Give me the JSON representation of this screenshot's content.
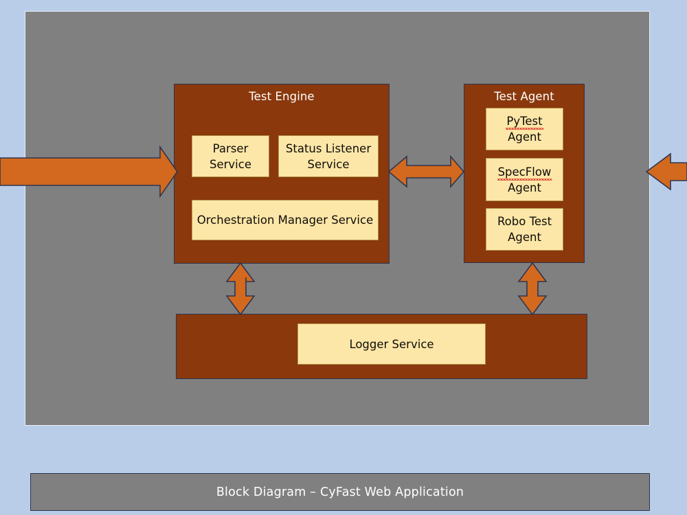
{
  "diagram": {
    "background_color": "#b9cde9",
    "panel_color": "#808080",
    "box_color": "#8a380c",
    "service_color": "#fce7a8",
    "arrow_color": "#d2691e",
    "title": "Block Diagram – CyFast Web Application",
    "groups": [
      {
        "id": "test-engine",
        "title": "Test Engine",
        "services": [
          {
            "id": "parser-service",
            "lines": [
              "Parser",
              "Service"
            ],
            "misspelled": false
          },
          {
            "id": "status-listener-service",
            "lines": [
              "Status Listener",
              "Service"
            ],
            "misspelled": false
          },
          {
            "id": "orchestration-manager-service",
            "lines": [
              "Orchestration Manager Service"
            ],
            "misspelled": false
          }
        ]
      },
      {
        "id": "test-agent",
        "title": "Test Agent",
        "services": [
          {
            "id": "pytest-agent",
            "lines": [
              "PyTest",
              "Agent"
            ],
            "misspelled": true
          },
          {
            "id": "specflow-agent",
            "lines": [
              "SpecFlow",
              "Agent"
            ],
            "misspelled": true
          },
          {
            "id": "robo-test-agent",
            "lines": [
              "Robo Test",
              "Agent"
            ],
            "misspelled": false
          }
        ]
      },
      {
        "id": "logger-panel",
        "title": "",
        "services": [
          {
            "id": "logger-service",
            "lines": [
              "Logger Service"
            ],
            "misspelled": false
          }
        ]
      }
    ],
    "connectors": [
      {
        "name": "inbound-request-arrow",
        "direction": "right",
        "orientation": "horizontal"
      },
      {
        "name": "engine-agent-arrow",
        "direction": "both",
        "orientation": "horizontal"
      },
      {
        "name": "inbound-agent-arrow",
        "direction": "left",
        "orientation": "horizontal"
      },
      {
        "name": "engine-logger-arrow",
        "direction": "both",
        "orientation": "vertical"
      },
      {
        "name": "agent-logger-arrow",
        "direction": "both",
        "orientation": "vertical"
      }
    ]
  },
  "labels": {
    "test_engine_title": "Test Engine",
    "test_agent_title": "Test Agent",
    "parser_line1": "Parser",
    "parser_line2": "Service",
    "status_line1": "Status Listener",
    "status_line2": "Service",
    "orchestration_line1": "Orchestration Manager Service",
    "pytest_line1": "PyTest",
    "pytest_line2": "Agent",
    "specflow_line1": "SpecFlow",
    "specflow_line2": "Agent",
    "robo_line1": "Robo Test",
    "robo_line2": "Agent",
    "logger_line1": "Logger Service",
    "caption": "Block Diagram – CyFast Web Application"
  }
}
